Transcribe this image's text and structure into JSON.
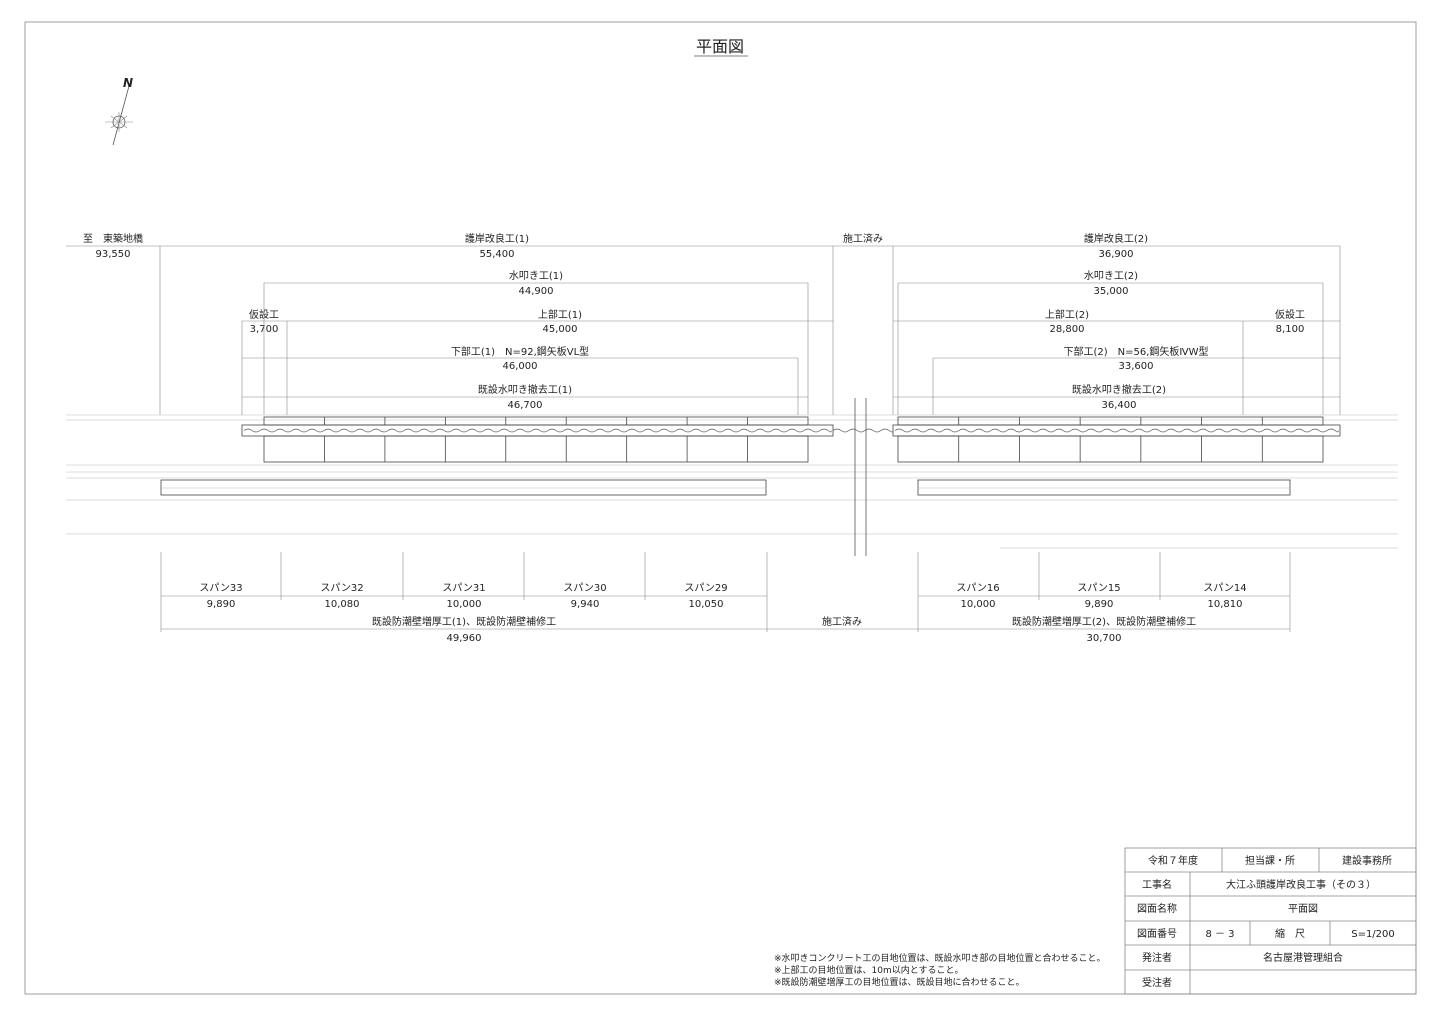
{
  "title": "平面図",
  "north_label": "N",
  "dimensions_top": {
    "to_bridge": {
      "label": "至　東築地橋",
      "value": "93,550"
    },
    "revetment_1": {
      "label": "護岸改良工(1)",
      "value": "55,400"
    },
    "done_top": {
      "label": "施工済み"
    },
    "revetment_2": {
      "label": "護岸改良工(2)",
      "value": "36,900"
    },
    "apron_1": {
      "label": "水叩き工(1)",
      "value": "44,900"
    },
    "apron_2": {
      "label": "水叩き工(2)",
      "value": "35,000"
    },
    "temp_1": {
      "label": "仮設工",
      "value": "3,700"
    },
    "upper_1": {
      "label": "上部工(1)",
      "value": "45,000"
    },
    "upper_2": {
      "label": "上部工(2)",
      "value": "28,800"
    },
    "temp_2": {
      "label": "仮設工",
      "value": "8,100"
    },
    "lower_1": {
      "label": "下部工(1)　N=92,鋼矢板VL型",
      "value": "46,000"
    },
    "lower_2": {
      "label": "下部工(2)　N=56,鋼矢板ⅣW型",
      "value": "33,600"
    },
    "removal_1": {
      "label": "既設水叩き撤去工(1)",
      "value": "46,700"
    },
    "removal_2": {
      "label": "既設水叩き撤去工(2)",
      "value": "36,400"
    }
  },
  "spans_left": [
    {
      "label": "スパン33",
      "value": "9,890"
    },
    {
      "label": "スパン32",
      "value": "10,080"
    },
    {
      "label": "スパン31",
      "value": "10,000"
    },
    {
      "label": "スパン30",
      "value": "9,940"
    },
    {
      "label": "スパン29",
      "value": "10,050"
    }
  ],
  "spans_right": [
    {
      "label": "スパン16",
      "value": "10,000"
    },
    {
      "label": "スパン15",
      "value": "9,890"
    },
    {
      "label": "スパン14",
      "value": "10,810"
    }
  ],
  "seawall_1": {
    "label": "既設防潮壁増厚工(1)、既設防潮壁補修工",
    "value": "49,960"
  },
  "seawall_2": {
    "label": "既設防潮壁増厚工(2)、既設防潮壁補修工",
    "value": "30,700"
  },
  "done_bottom": "施工済み",
  "notes": [
    "※水叩きコンクリート工の目地位置は、既設水叩き部の目地位置と合わせること。",
    "※上部工の目地位置は、10m以内とすること。",
    "※既設防潮壁増厚工の目地位置は、既設目地に合わせること。"
  ],
  "title_block": {
    "fiscal_year": "令和７年度",
    "dept_label": "担当課・所",
    "dept_value": "建設事務所",
    "work_name_label": "工事名",
    "work_name_value": "大江ふ頭護岸改良工事（その３）",
    "drawing_name_label": "図面名称",
    "drawing_name_value": "平面図",
    "drawing_no_label": "図面番号",
    "drawing_no_value": "8 － 3",
    "scale_label": "縮　尺",
    "scale_value": "S=1/200",
    "client_label": "発注者",
    "client_value": "名古屋港管理組合",
    "contractor_label": "受注者",
    "contractor_value": ""
  }
}
